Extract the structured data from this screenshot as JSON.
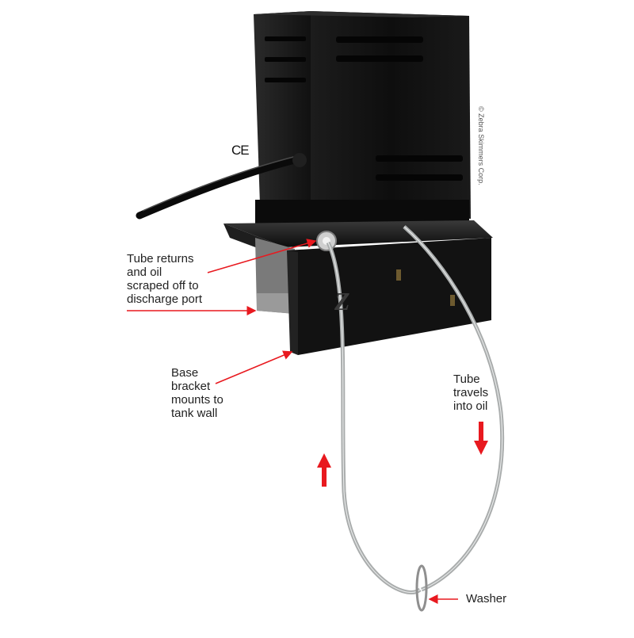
{
  "labels": {
    "tube_returns": [
      "Tube returns",
      "and oil",
      "scraped off to",
      "discharge port"
    ],
    "base_bracket": [
      "Base",
      "bracket",
      "mounts to",
      "tank wall"
    ],
    "tube_travels": [
      "Tube",
      "travels",
      "into oil"
    ],
    "washer": "Washer"
  },
  "marks": {
    "ce": "CE",
    "copyright": "© Zebra Skimmers Corp.",
    "logo": "Z"
  },
  "colors": {
    "arrow": "#e8191f",
    "housing": "#141414",
    "tube": "#b9bcbc"
  }
}
